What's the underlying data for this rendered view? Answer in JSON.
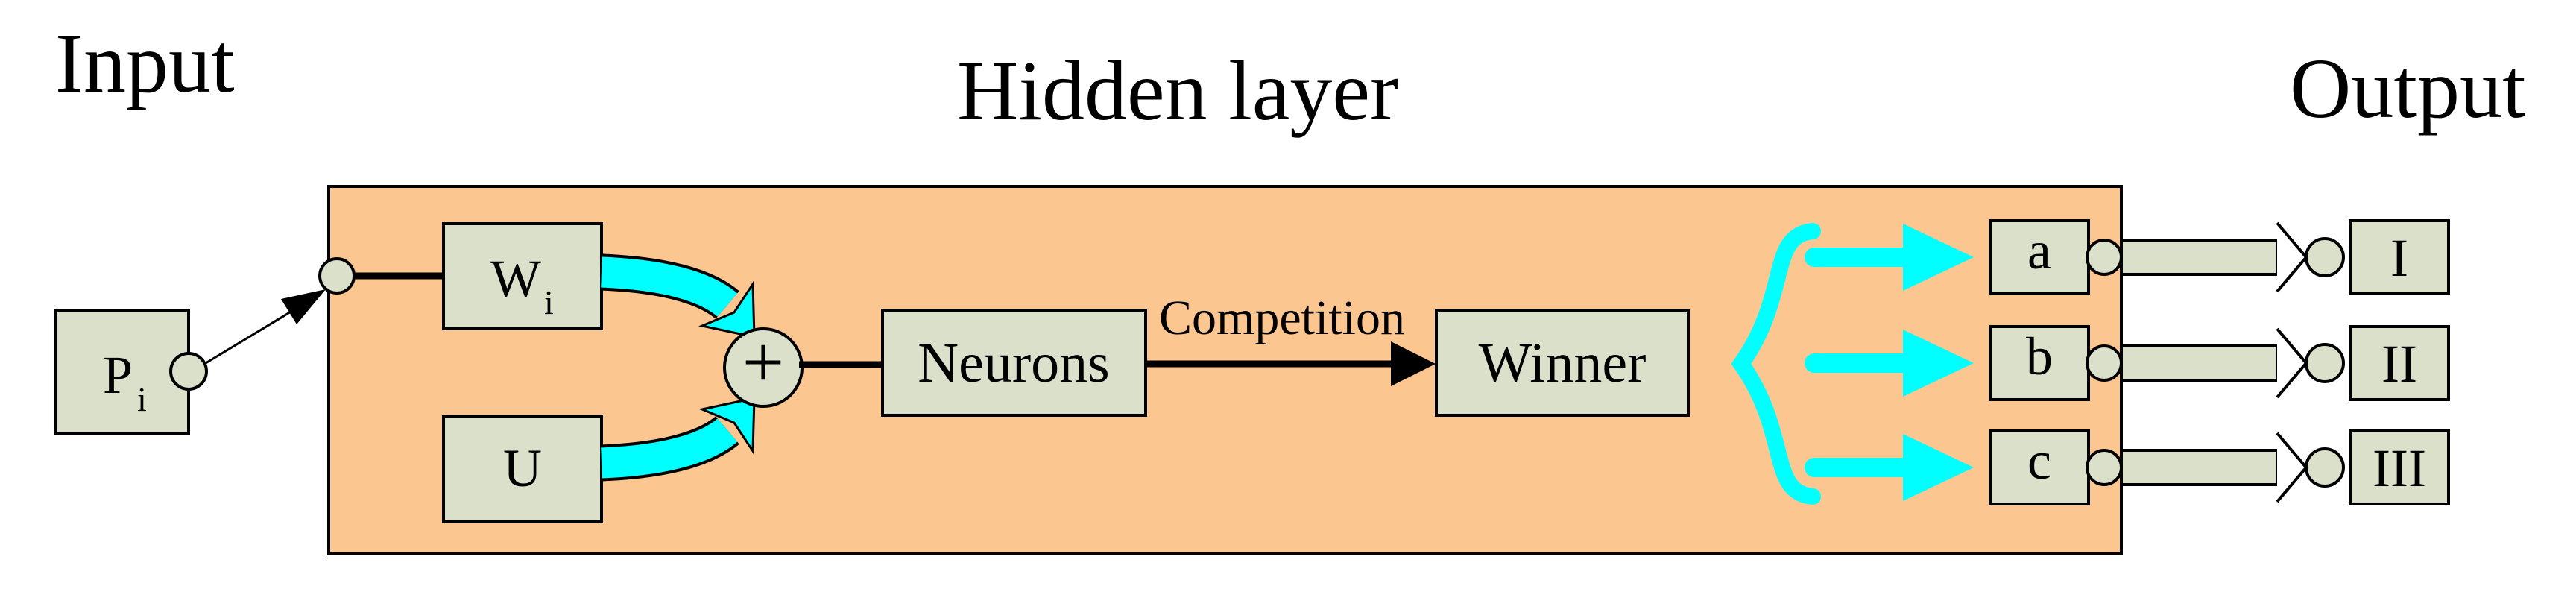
{
  "diagram": {
    "titles": {
      "input": "Input",
      "hidden_layer": "Hidden layer",
      "output": "Output"
    },
    "colors": {
      "background": "#FFFFFF",
      "panel_fill": "#FBC68F",
      "node_fill": "#DBE0CB",
      "accent": "#00FFFF",
      "line": "#000000",
      "arrowhead_open_fill": "#FFFFFF"
    },
    "input_node": {
      "main": "P",
      "sub": "i"
    },
    "weight_node": {
      "main": "W",
      "sub": "i"
    },
    "bias_node": {
      "label": "U"
    },
    "sum_node": {
      "label": "+"
    },
    "neurons_node": {
      "label": "Neurons"
    },
    "competition_label": "Competition",
    "winner_node": {
      "label": "Winner"
    },
    "hidden_outputs": [
      {
        "label": "a"
      },
      {
        "label": "b"
      },
      {
        "label": "c"
      }
    ],
    "output_nodes": [
      {
        "label": "I"
      },
      {
        "label": "II"
      },
      {
        "label": "III"
      }
    ]
  }
}
